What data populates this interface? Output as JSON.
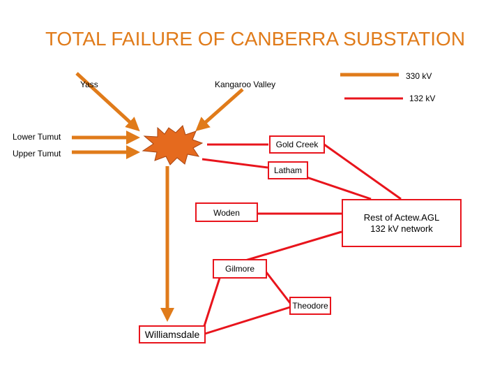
{
  "title": "TOTAL FAILURE OF CANBERRA SUBSTATION",
  "legend": {
    "kv330": {
      "label": "330 kV",
      "color": "#e07b1a"
    },
    "kv132": {
      "label": "132 kV",
      "color": "#e8141c"
    }
  },
  "sources": {
    "yass": "Yass",
    "kangaroo_valley": "Kangaroo Valley",
    "lower_tumut": "Lower Tumut",
    "upper_tumut": "Upper Tumut"
  },
  "nodes": {
    "gold_creek": "Gold Creek",
    "latham": "Latham",
    "woden": "Woden",
    "rest_network": "Rest of Actew.AGL\n132 kV network",
    "gilmore": "Gilmore",
    "theodore": "Theodore",
    "williamsdale": "Williamsdale"
  },
  "colors": {
    "orange": "#e07b1a",
    "red": "#e8141c",
    "explosion": "#e56a1e"
  }
}
